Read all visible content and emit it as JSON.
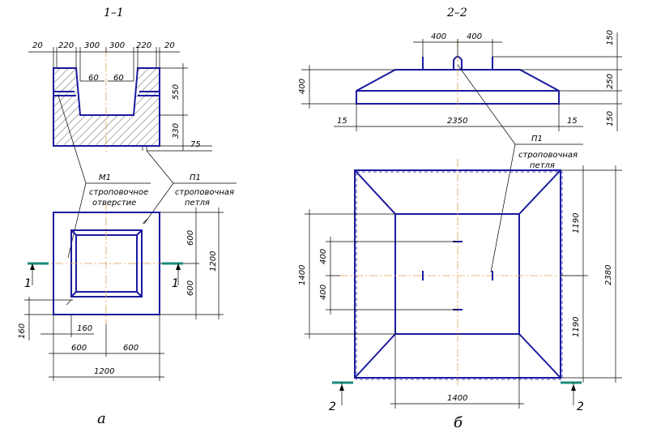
{
  "titles": {
    "section_1": "1–1",
    "section_2": "2–2",
    "caption_a": "а",
    "caption_b": "б"
  },
  "labels": {
    "m1_code": "М1",
    "m1_line1": "строповочное",
    "m1_line2": "отверстие",
    "p1_code_a": "П1",
    "p1_line1_a": "строповочная",
    "p1_line2_a": "петля",
    "p1_code_b": "П1",
    "p1_line1_b": "строповочная",
    "p1_line2_b": "петля",
    "cut1_top": "1",
    "cut1_bottom": "1",
    "cut2_left": "2",
    "cut2_right": "2"
  },
  "dims_a": {
    "top_20_left": "20",
    "top_220_left": "220",
    "top_300_left": "300",
    "top_300_right": "300",
    "top_220_right": "220",
    "top_20_right": "20",
    "slope_60_left": "60",
    "slope_60_right": "60",
    "height_550": "550",
    "height_330": "330",
    "ledge_75": "75",
    "plan_600_top": "600",
    "plan_600_bottom": "600",
    "plan_1200_right": "1200",
    "plan_160_v": "160",
    "plan_160_h": "160",
    "plan_600_left": "600",
    "plan_600_right": "600",
    "plan_1200_bottom": "1200"
  },
  "dims_b": {
    "top_400_left": "400",
    "top_400_right": "400",
    "elev_150_top": "150",
    "elev_250": "250",
    "elev_150_bottom": "150",
    "elev_400_left": "400",
    "elev_15_left": "15",
    "elev_2350": "2350",
    "elev_15_right": "15",
    "plan_1400_left": "1400",
    "plan_400_upper": "400",
    "plan_400_lower": "400",
    "plan_1190_upper": "1190",
    "plan_2380": "2380",
    "plan_1190_lower": "1190",
    "plan_1400_bottom": "1400"
  }
}
